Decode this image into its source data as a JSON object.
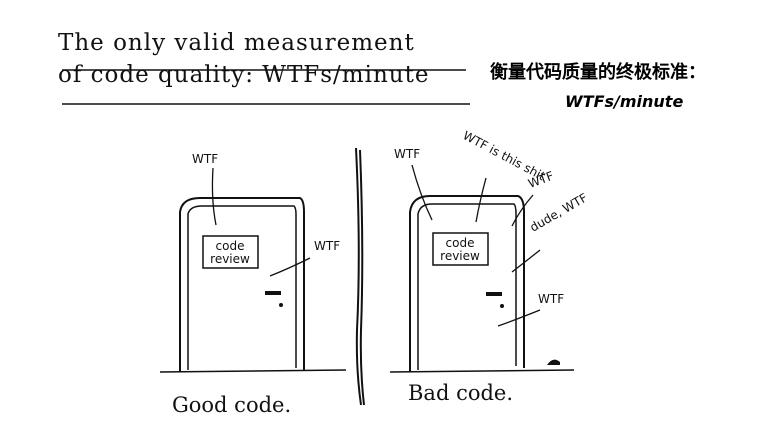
{
  "title": {
    "line1": "The only valid measurement",
    "line2": "of code quality: WTFs/minute"
  },
  "translation": {
    "line1": "衡量代码质量的终极标准：",
    "line2": "WTFs/minute"
  },
  "left_panel": {
    "door_sign_line1": "code",
    "door_sign_line2": "review",
    "annotations": [
      "WTF",
      "WTF"
    ],
    "caption": "Good code."
  },
  "right_panel": {
    "door_sign_line1": "code",
    "door_sign_line2": "review",
    "annotations": [
      "WTF",
      "WTF is this shit",
      "WTF",
      "dude, WTF",
      "WTF"
    ],
    "caption": "Bad code."
  }
}
